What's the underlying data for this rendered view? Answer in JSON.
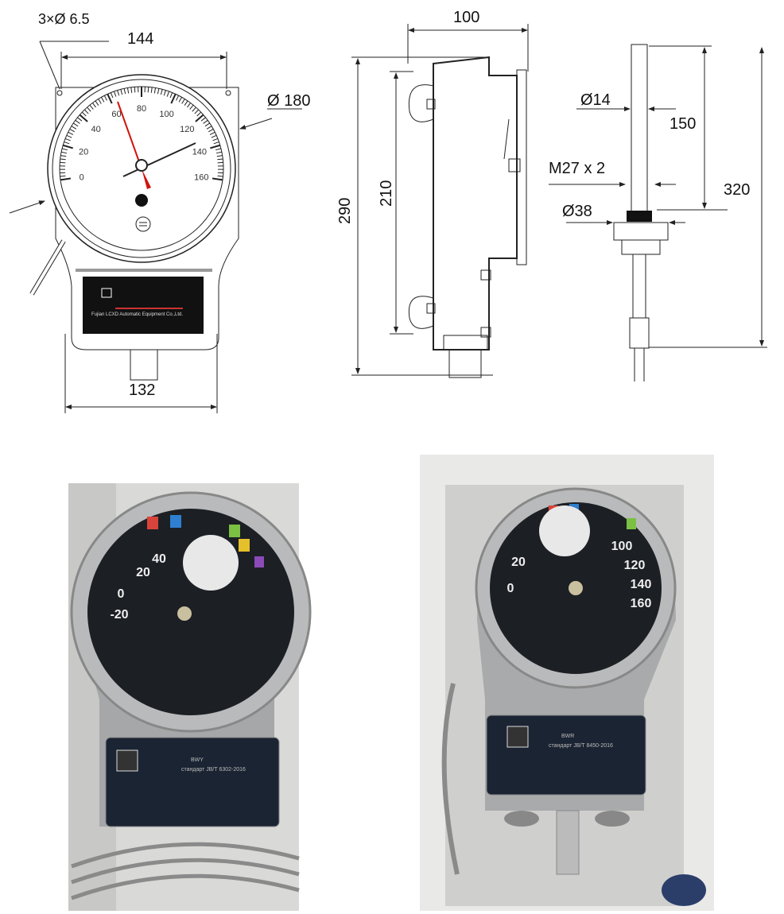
{
  "front_view": {
    "holes_label": "3×Ø 6.5",
    "width_top": "144",
    "diameter": "Ø 180",
    "width_bottom": "132",
    "dial_numbers": [
      "0",
      "20",
      "40",
      "60",
      "80",
      "100",
      "120",
      "140",
      "160"
    ],
    "plate_text": "Fujian LCXD Automatic Equipment Co.,Ltd."
  },
  "side_view": {
    "depth": "100",
    "height_total": "290",
    "mount_spacing": "210"
  },
  "probe_view": {
    "rod_diameter": "Ø14",
    "insert_length": "150",
    "thread": "M27 x 2",
    "total_length": "320",
    "nut_diameter": "Ø38"
  },
  "photo_left": {
    "dial_numbers": [
      "-20",
      "0",
      "20",
      "40"
    ],
    "model": "BWY",
    "standard": "стандарт JB/T 6302-2016"
  },
  "photo_right": {
    "dial_numbers": [
      "0",
      "20",
      "100",
      "120",
      "140",
      "160"
    ],
    "model": "BWR",
    "standard": "стандарт JB/T 8450-2016"
  },
  "colors": {
    "needle": "#d0140c",
    "photo_bg": "#d9d9d7",
    "dial_dark": "#1c1f24"
  }
}
